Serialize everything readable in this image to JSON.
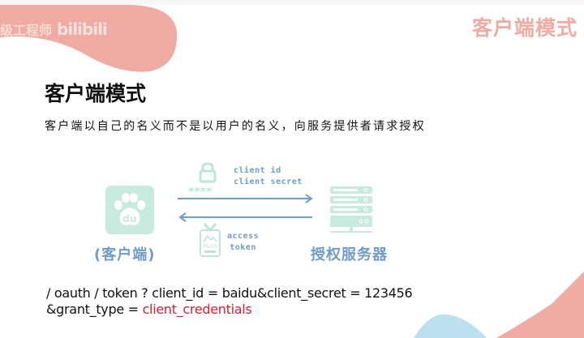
{
  "watermark": {
    "text": "级工程师",
    "brand": "bilibili"
  },
  "corner_title": "客户端模式",
  "page_title": "客户端模式",
  "subtitle": "客户端以自己的名义而不是以用户的名义，向服务提供者请求授权",
  "diagram": {
    "client": {
      "icon": "baidu-paw-icon",
      "icon_text": "du",
      "label": "(客户端)"
    },
    "server": {
      "icon": "server-rack-icon",
      "label": "授权服务器"
    },
    "request": {
      "icon": "lock-icon",
      "masked": "****",
      "lines": [
        "client id",
        "client secret"
      ]
    },
    "response": {
      "icon": "pass-badge-icon",
      "badge_text": "PASS",
      "lines": [
        "access",
        "token"
      ]
    }
  },
  "url": {
    "line1": "/ oauth / token ? client_id = baidu&client_secret = 123456",
    "line2_prefix": "&grant_type = ",
    "line2_value": "client_credentials"
  },
  "colors": {
    "pink": "#f0aba2",
    "blue": "#bde0ef",
    "mint": "#c8ebe0",
    "label_blue": "#6f9cc9",
    "arrow_blue": "#6f9cc9",
    "red": "#d8202c"
  }
}
